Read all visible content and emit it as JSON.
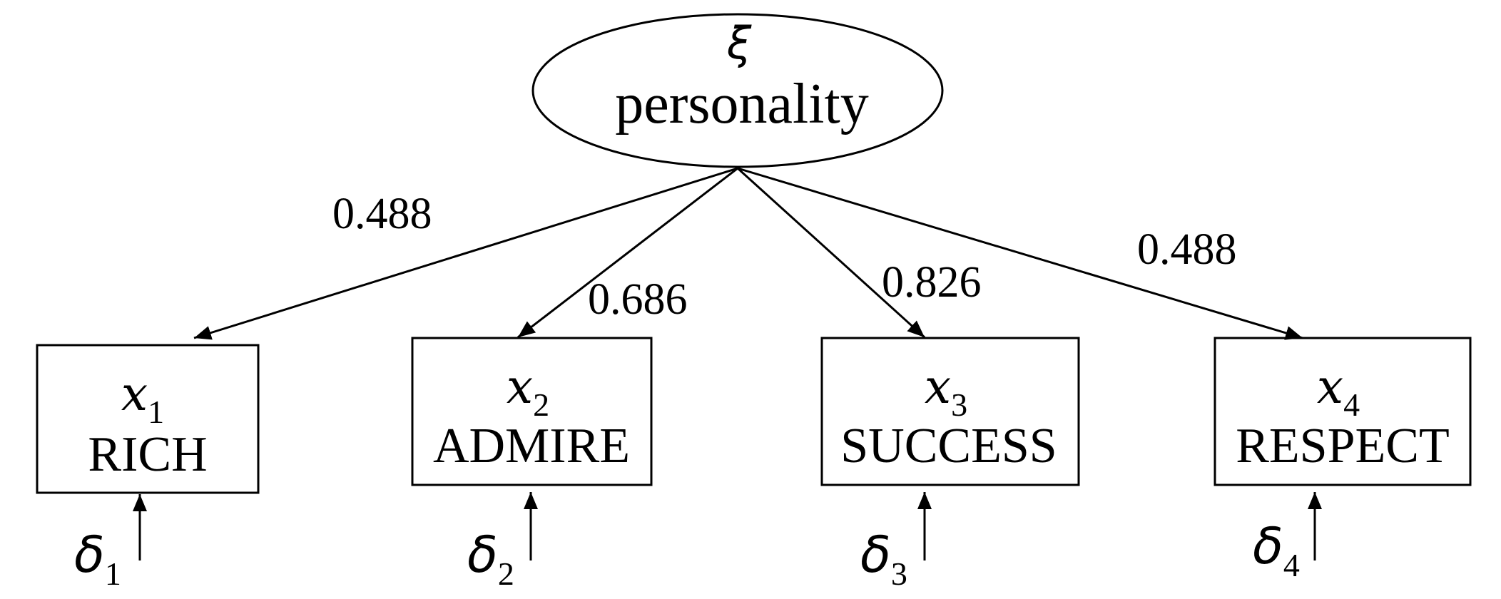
{
  "latent": {
    "symbol": "ξ",
    "name": "personality"
  },
  "indicators": [
    {
      "symbol": "x",
      "subscript": "1",
      "name": "RICH",
      "loading": "0.488",
      "error_symbol": "δ",
      "error_subscript": "1"
    },
    {
      "symbol": "x",
      "subscript": "2",
      "name": "ADMIRE",
      "loading": "0.686",
      "error_symbol": "δ",
      "error_subscript": "2"
    },
    {
      "symbol": "x",
      "subscript": "3",
      "name": "SUCCESS",
      "loading": "0.826",
      "error_symbol": "δ",
      "error_subscript": "3"
    },
    {
      "symbol": "x",
      "subscript": "4",
      "name": "RESPECT",
      "loading": "0.488",
      "error_symbol": "δ",
      "error_subscript": "4"
    }
  ],
  "colors": {
    "stroke": "#000000",
    "background": "#ffffff"
  }
}
